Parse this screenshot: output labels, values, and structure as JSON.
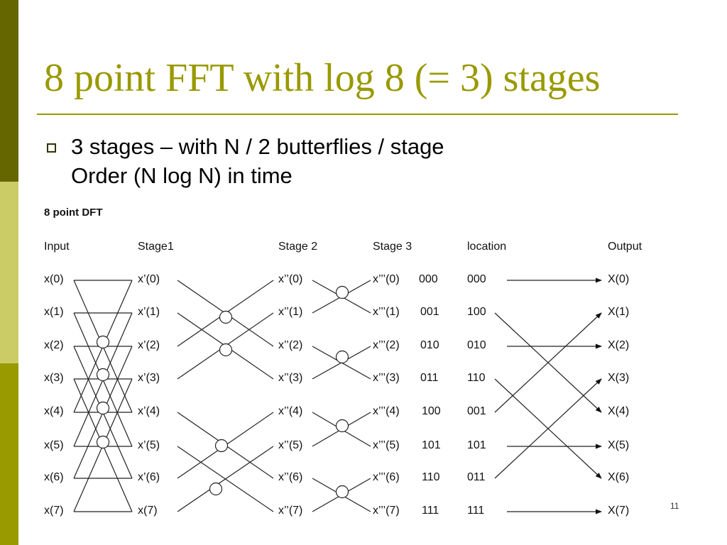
{
  "slide": {
    "title": "8 point FFT with log 8 (= 3) stages",
    "bullet_lines": [
      "3 stages – with N / 2 butterflies / stage",
      "Order (N log N) in time"
    ],
    "number": "11",
    "colors": {
      "dark": "#666600",
      "light": "#cccc66",
      "mid": "#999900"
    }
  },
  "diagram": {
    "title": "8 point DFT",
    "headers": [
      "Input",
      "Stage1",
      "Stage 2",
      "Stage 3",
      "location",
      "Output"
    ],
    "input": [
      "x(0)",
      "x(1)",
      "x(2)",
      "x(3)",
      "x(4)",
      "x(5)",
      "x(6)",
      "x(7)"
    ],
    "stage1": [
      "x’(0)",
      "x’(1)",
      "x’(2)",
      "x’(3)",
      "x’(4)",
      "x’(5)",
      "x’(6)",
      "x(7)"
    ],
    "stage2": [
      "x’’(0)",
      "x’’(1)",
      "x’’(2)",
      "x’’(3)",
      "x’’(4)",
      "x’’(5)",
      "x’’(6)",
      "x’’(7)"
    ],
    "stage3": [
      "x’’’(0)",
      "x’’’(1)",
      "x’’’(2)",
      "x’’’(3)",
      "x’’’(4)",
      "x’’’(5)",
      "x’’’(6)",
      "x’’’(7)"
    ],
    "stage3_bits": [
      "000",
      "001",
      "010",
      "011",
      "100",
      "101",
      "110",
      "111"
    ],
    "location": [
      "000",
      "100",
      "010",
      "110",
      "001",
      "101",
      "011",
      "111"
    ],
    "output": [
      "X(0)",
      "X(1)",
      "X(2)",
      "X(3)",
      "X(4)",
      "X(5)",
      "X(6)",
      "X(7)"
    ]
  }
}
